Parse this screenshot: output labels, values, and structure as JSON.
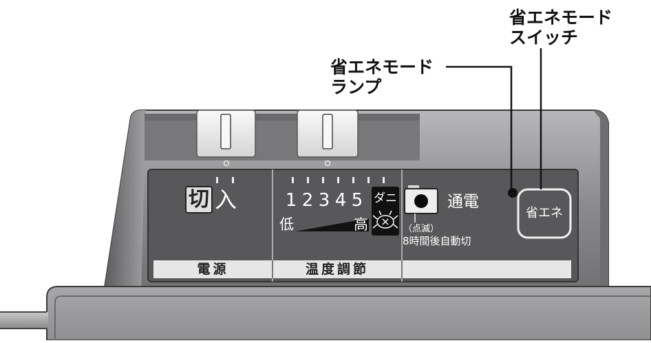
{
  "callouts": {
    "eco_switch_line1": "省エネモード",
    "eco_switch_line2": "スイッチ",
    "eco_lamp_line1": "省エネモード",
    "eco_lamp_line2": "ランプ"
  },
  "power": {
    "off_label": "切",
    "on_label": "入",
    "section_label": "電源"
  },
  "temperature": {
    "scale": [
      "1",
      "2",
      "3",
      "4",
      "5"
    ],
    "mite_label": "ダニ",
    "low_label": "低",
    "high_label": "高",
    "section_label": "温度調節"
  },
  "power_lamp": {
    "label": "通電",
    "note_line1": "（点滅）",
    "note_line2": "8時間後自動切"
  },
  "eco_button": {
    "label": "省エネ"
  },
  "colors": {
    "panel_dark": "#58585a",
    "casing": "#909092",
    "label_strip": "#e6e6e6",
    "slider_knob": "#ededed"
  }
}
